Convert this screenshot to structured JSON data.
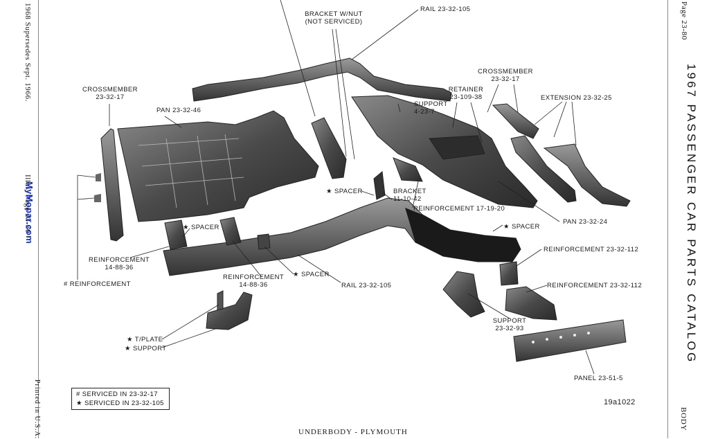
{
  "left_margin": {
    "supersedes": "1968 Supersedes Sept. 1966.",
    "illus": "Illus. Page 23-80",
    "brand": "MyMopar.com",
    "printed": "Printed in U.S.A."
  },
  "right_margin": {
    "page": "Page 23-80",
    "catalog": "1967 PASSENGER CAR PARTS CATALOG",
    "section": "BODY"
  },
  "labels": {
    "bracket_w_nut": "BRACKET W/NUT",
    "not_serviced": "(NOT SERVICED)",
    "rail_top": "RAIL 23-32-105",
    "crossmember_left": "CROSSMEMBER",
    "crossmember_left_num": "23-32-17",
    "pan_left": "PAN 23-32-46",
    "retainer": "RETAINER",
    "retainer_num": "23-109-38",
    "support_top": "SUPPORT",
    "support_top_num": "4-23-7",
    "crossmember_right": "CROSSMEMBER",
    "crossmember_right_num": "23-32-17",
    "extension": "EXTENSION 23-32-25",
    "spacer_mid": "★ SPACER",
    "bracket_mid": "BRACKET",
    "bracket_mid_num": "11-10-42",
    "reinforcement_mid": "REINFORCEMENT 17-19-20",
    "spacer_left": "★ SPACER",
    "spacer_right": "★ SPACER",
    "pan_right": "PAN 23-32-24",
    "reinforcement_left": "REINFORCEMENT",
    "reinforcement_left_num": "14-88-36",
    "reinforcement_112_a": "REINFORCEMENT 23-32-112",
    "reinforcement_star": "# REINFORCEMENT",
    "reinforcement_center": "REINFORCEMENT",
    "reinforcement_center_num": "14-88-36",
    "spacer_bottom": "★ SPACER",
    "rail_bottom": "RAIL 23-32-105",
    "reinforcement_112_b": "REINFORCEMENT 23-32-112",
    "support_right": "SUPPORT",
    "support_right_num": "23-32-93",
    "t_plate": "★ T/PLATE",
    "support_left": "★ SUPPORT",
    "panel": "PANEL 23-51-5",
    "illus_number": "19a1022"
  },
  "legend": {
    "row1": "# SERVICED IN 23-32-17",
    "row2": "★ SERVICED IN 23-32-105"
  },
  "footer": {
    "title": "UNDERBODY - PLYMOUTH"
  }
}
